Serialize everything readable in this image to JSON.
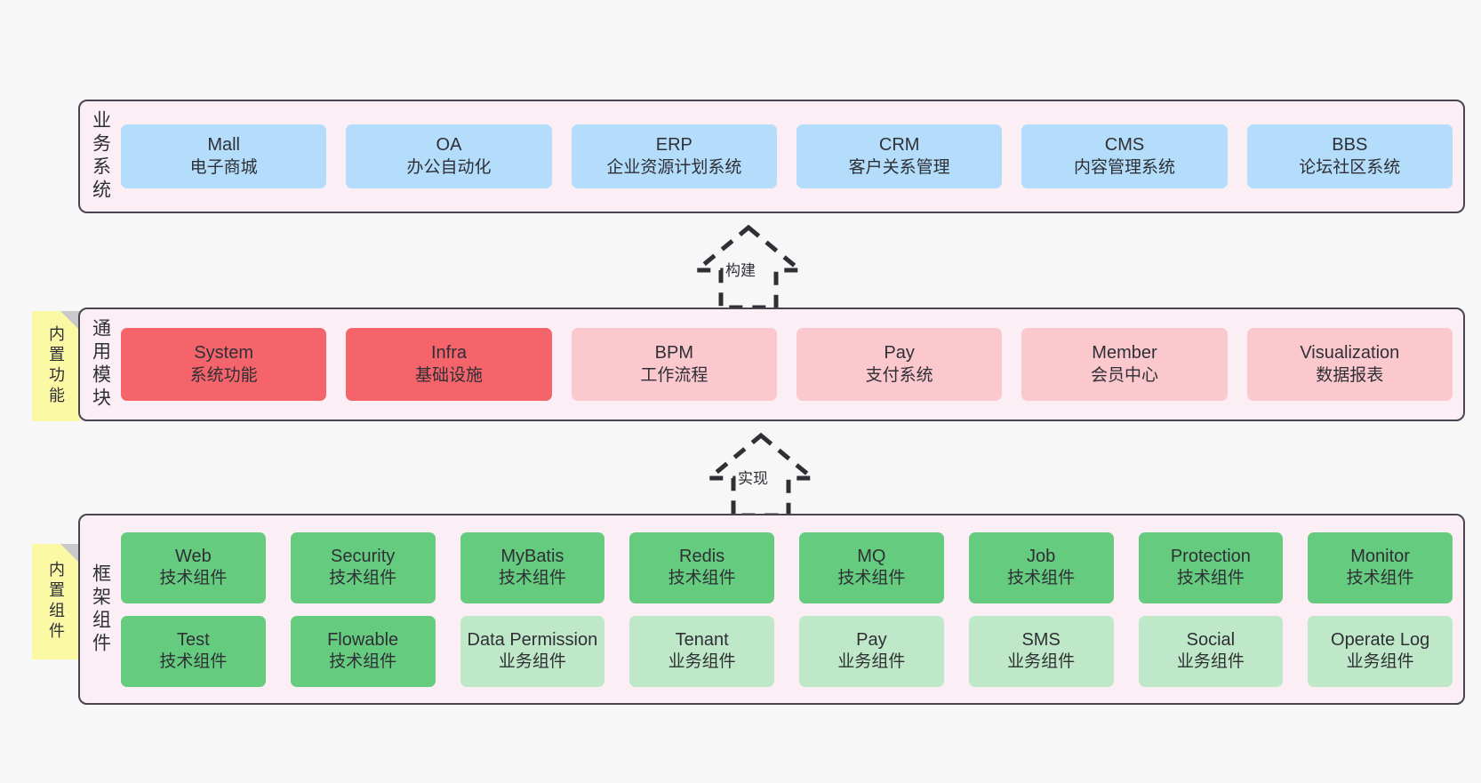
{
  "diagram": {
    "background_color": "#f7f7f7",
    "panel_fill": "#fbeef5",
    "panel_border": "#4a4450",
    "note_fill": "#fbf9a4",
    "note_fold": "#c9c9c9"
  },
  "layers": [
    {
      "id": "business",
      "title": "业务系统",
      "note": null,
      "rows": [
        {
          "nodes": [
            {
              "en": "Mall",
              "cn": "电子商城",
              "color": "#b3ddfb",
              "tone": "blue"
            },
            {
              "en": "OA",
              "cn": "办公自动化",
              "color": "#b3ddfb",
              "tone": "blue"
            },
            {
              "en": "ERP",
              "cn": "企业资源计划系统",
              "color": "#b3ddfb",
              "tone": "blue"
            },
            {
              "en": "CRM",
              "cn": "客户关系管理",
              "color": "#b3ddfb",
              "tone": "blue"
            },
            {
              "en": "CMS",
              "cn": "内容管理系统",
              "color": "#b3ddfb",
              "tone": "blue"
            },
            {
              "en": "BBS",
              "cn": "论坛社区系统",
              "color": "#b3ddfb",
              "tone": "blue"
            }
          ]
        }
      ]
    },
    {
      "id": "common",
      "title": "通用模块",
      "note": "内置功能",
      "rows": [
        {
          "nodes": [
            {
              "en": "System",
              "cn": "系统功能",
              "color": "#f4646a",
              "tone": "red"
            },
            {
              "en": "Infra",
              "cn": "基础设施",
              "color": "#f4646a",
              "tone": "red"
            },
            {
              "en": "BPM",
              "cn": "工作流程",
              "color": "#fbc8ce",
              "tone": "pink"
            },
            {
              "en": "Pay",
              "cn": "支付系统",
              "color": "#fbc8ce",
              "tone": "pink"
            },
            {
              "en": "Member",
              "cn": "会员中心",
              "color": "#fbc8ce",
              "tone": "pink"
            },
            {
              "en": "Visualization",
              "cn": "数据报表",
              "color": "#fbc8ce",
              "tone": "pink"
            }
          ]
        }
      ]
    },
    {
      "id": "framework",
      "title": "框架组件",
      "note": "内置组件",
      "rows": [
        {
          "nodes": [
            {
              "en": "Web",
              "cn": "技术组件",
              "color": "#65cb7f",
              "tone": "green"
            },
            {
              "en": "Security",
              "cn": "技术组件",
              "color": "#65cb7f",
              "tone": "green"
            },
            {
              "en": "MyBatis",
              "cn": "技术组件",
              "color": "#65cb7f",
              "tone": "green"
            },
            {
              "en": "Redis",
              "cn": "技术组件",
              "color": "#65cb7f",
              "tone": "green"
            },
            {
              "en": "MQ",
              "cn": "技术组件",
              "color": "#65cb7f",
              "tone": "green"
            },
            {
              "en": "Job",
              "cn": "技术组件",
              "color": "#65cb7f",
              "tone": "green"
            },
            {
              "en": "Protection",
              "cn": "技术组件",
              "color": "#65cb7f",
              "tone": "green"
            },
            {
              "en": "Monitor",
              "cn": "技术组件",
              "color": "#65cb7f",
              "tone": "green"
            }
          ]
        },
        {
          "nodes": [
            {
              "en": "Test",
              "cn": "技术组件",
              "color": "#65cb7f",
              "tone": "green"
            },
            {
              "en": "Flowable",
              "cn": "技术组件",
              "color": "#65cb7f",
              "tone": "green"
            },
            {
              "en": "Data Permission",
              "cn": "业务组件",
              "color": "#bfe8c8",
              "tone": "lightgreen"
            },
            {
              "en": "Tenant",
              "cn": "业务组件",
              "color": "#bfe8c8",
              "tone": "lightgreen"
            },
            {
              "en": "Pay",
              "cn": "业务组件",
              "color": "#bfe8c8",
              "tone": "lightgreen"
            },
            {
              "en": "SMS",
              "cn": "业务组件",
              "color": "#bfe8c8",
              "tone": "lightgreen"
            },
            {
              "en": "Social",
              "cn": "业务组件",
              "color": "#bfe8c8",
              "tone": "lightgreen"
            },
            {
              "en": "Operate Log",
              "cn": "业务组件",
              "color": "#bfe8c8",
              "tone": "lightgreen"
            }
          ]
        }
      ]
    }
  ],
  "connectors": [
    {
      "id": "build",
      "label": "构建",
      "from": "common",
      "to": "business",
      "style": "dashed-hollow-triangle"
    },
    {
      "id": "impl",
      "label": "实现",
      "from": "framework",
      "to": "common",
      "style": "dashed-hollow-triangle"
    }
  ]
}
